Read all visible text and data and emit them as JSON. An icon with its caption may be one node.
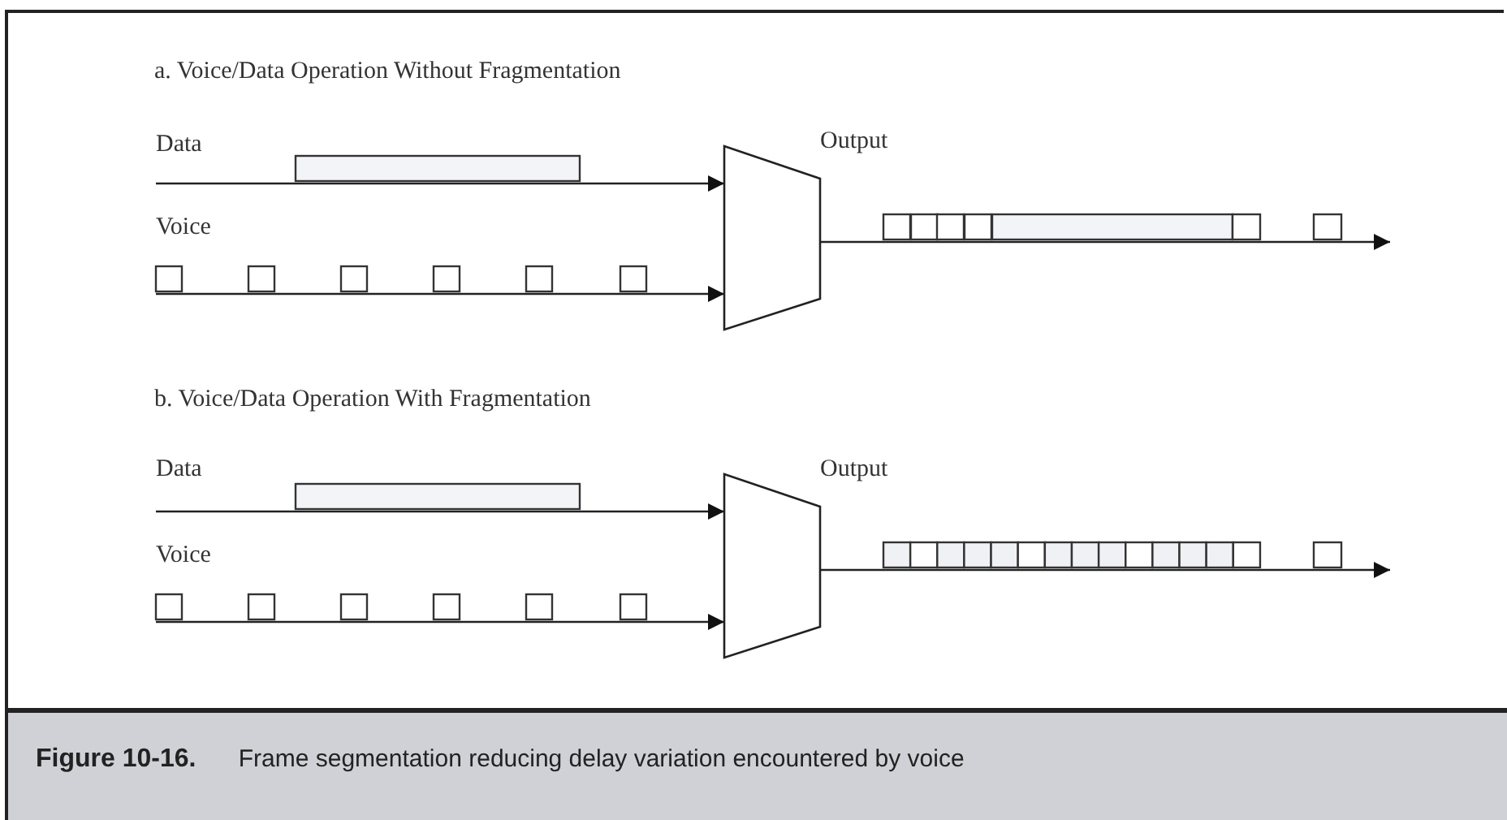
{
  "diagram": {
    "caption": "**Figure 10-16.** Frame segmentation reducing delay variation encountered by voice",
    "nodes": [
      {
        "text": [],
        "shape": "trapezoid"
      },
      {
        "text": [],
        "shape": "trapezoid"
      }
    ],
    "edges": [
      {
        "from": null,
        "to": 0,
        "arrow": "to"
      },
      {
        "from": null,
        "to": 0,
        "arrow": "to"
      },
      {
        "from": 0,
        "to": null,
        "arrow": "to"
      },
      {
        "from": null,
        "to": 1,
        "arrow": "to"
      },
      {
        "from": null,
        "to": 1,
        "arrow": "to"
      },
      {
        "from": 1,
        "to": null,
        "arrow": "to"
      }
    ],
    "labels": [
      "a. Voice/Data Operation Without Fragmentation",
      "Data",
      "Output",
      "Voice",
      "b. Voice/Data Operation With Fragmentation",
      "Data",
      "Output",
      "Voice"
    ]
  }
}
